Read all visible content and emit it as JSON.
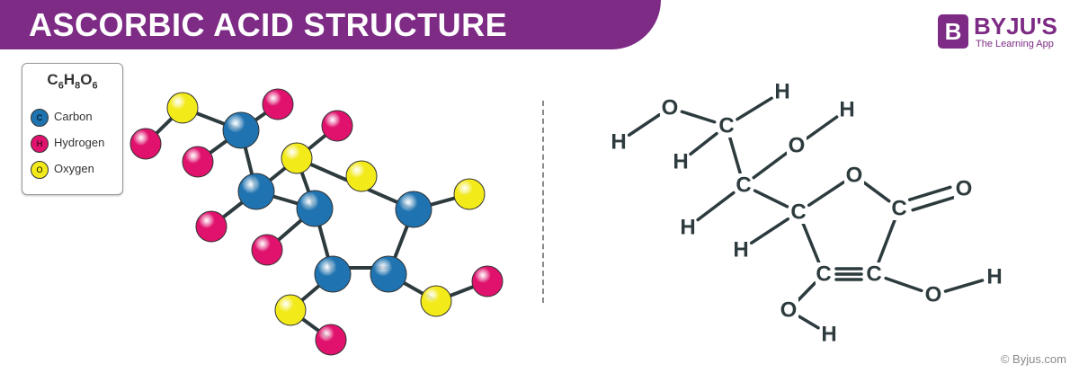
{
  "header": {
    "title": "ASCORBIC ACID STRUCTURE",
    "banner_color": "#7d2b85"
  },
  "logo": {
    "badge": "B",
    "name": "BYJU'S",
    "tagline": "The Learning App",
    "color": "#7d2b85"
  },
  "legend": {
    "formula": [
      {
        "el": "C",
        "n": "6"
      },
      {
        "el": "H",
        "n": "8"
      },
      {
        "el": "O",
        "n": "6"
      }
    ],
    "items": [
      {
        "symbol": "C",
        "label": "Carbon",
        "color": "#1f73b0"
      },
      {
        "symbol": "H",
        "label": "Hydrogen",
        "color": "#e0126d"
      },
      {
        "symbol": "O",
        "label": "Oxygen",
        "color": "#f3ea1a"
      }
    ]
  },
  "model": {
    "colors": {
      "C": "#1f73b0",
      "H": "#e0126d",
      "O": "#f3ea1a",
      "bond": "#2d3b3e"
    }
  },
  "structure": {
    "labels": {
      "C": "C",
      "H": "H",
      "O": "O"
    }
  },
  "copyright": "© Byjus.com"
}
